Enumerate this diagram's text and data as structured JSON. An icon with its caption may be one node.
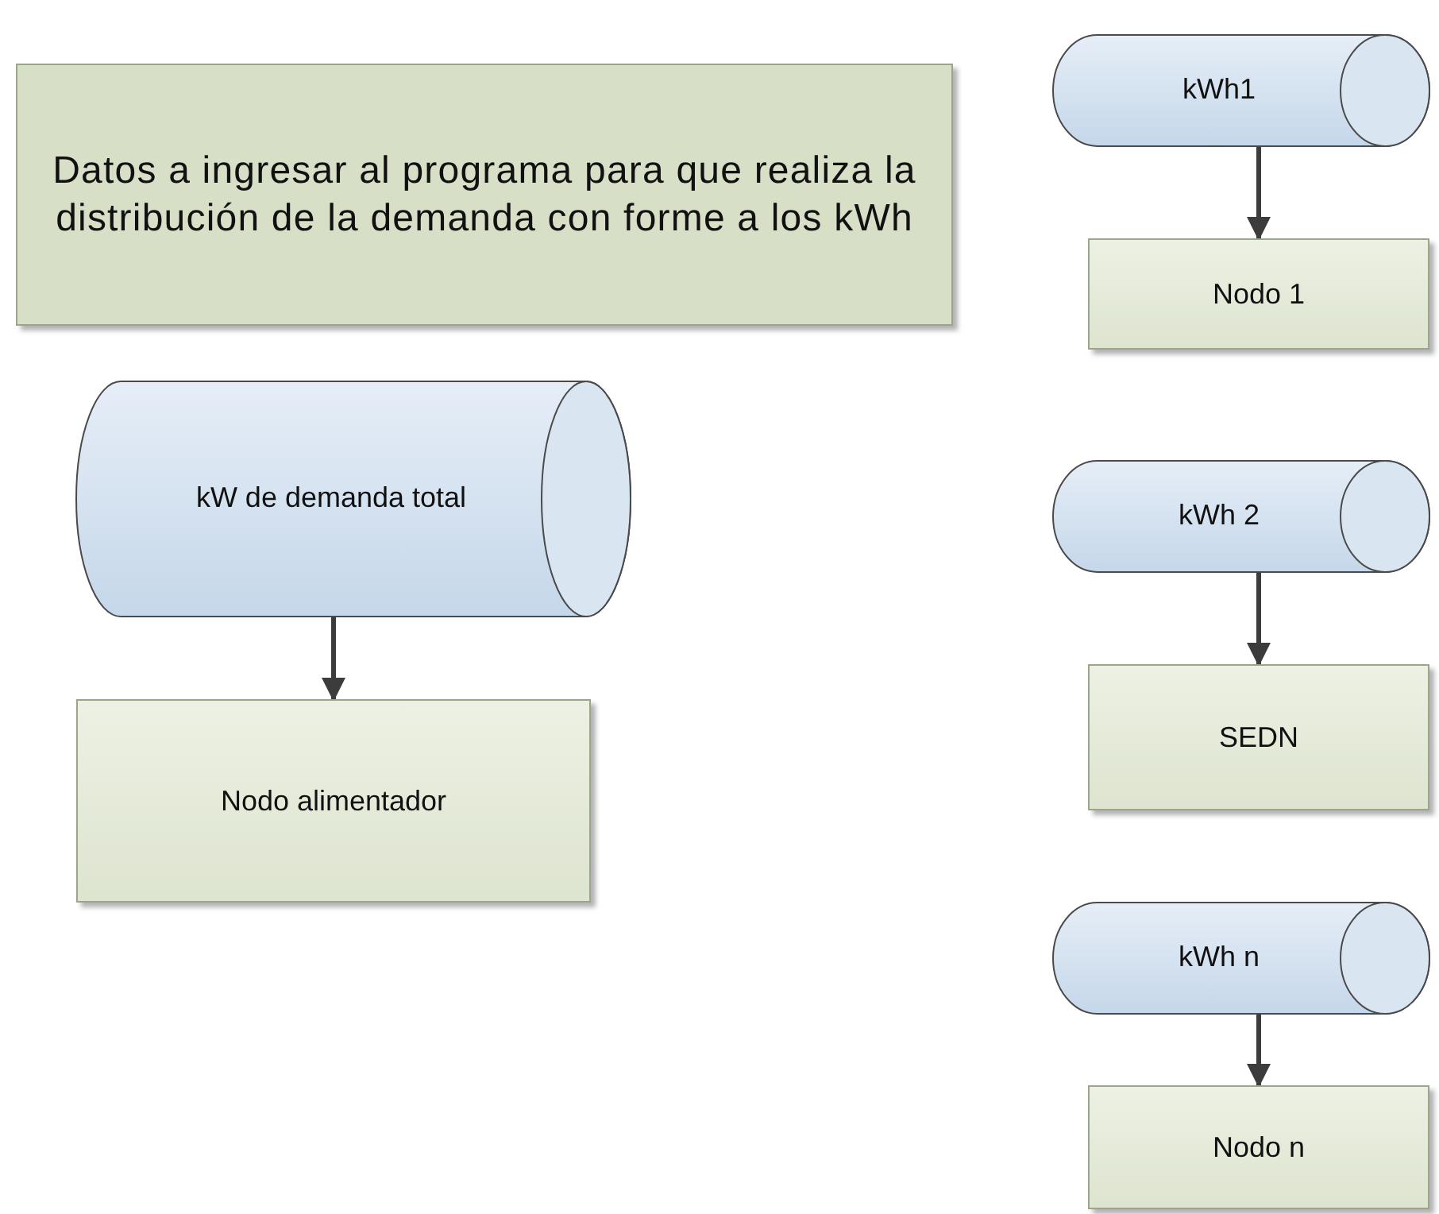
{
  "diagram": {
    "nodes": [
      {
        "text": [
          "Datos a ingresar al programa para que realiza la distribución de la demanda con forme a los kWh"
        ]
      },
      {
        "text": [
          "kW de demanda total"
        ]
      },
      {
        "text": [
          "Nodo alimentador"
        ]
      },
      {
        "text": [
          "kWh1"
        ]
      },
      {
        "text": [
          "Nodo 1"
        ]
      },
      {
        "text": [
          "kWh 2"
        ]
      },
      {
        "text": [
          "SEDN"
        ]
      },
      {
        "text": [
          "kWh n"
        ]
      },
      {
        "text": [
          "Nodo n"
        ]
      }
    ],
    "edges": [
      {
        "from": 1,
        "to": 2,
        "arrow": "to"
      },
      {
        "from": 3,
        "to": 4,
        "arrow": "to"
      },
      {
        "from": 5,
        "to": 6,
        "arrow": "to"
      },
      {
        "from": 7,
        "to": 8,
        "arrow": "to"
      }
    ]
  }
}
